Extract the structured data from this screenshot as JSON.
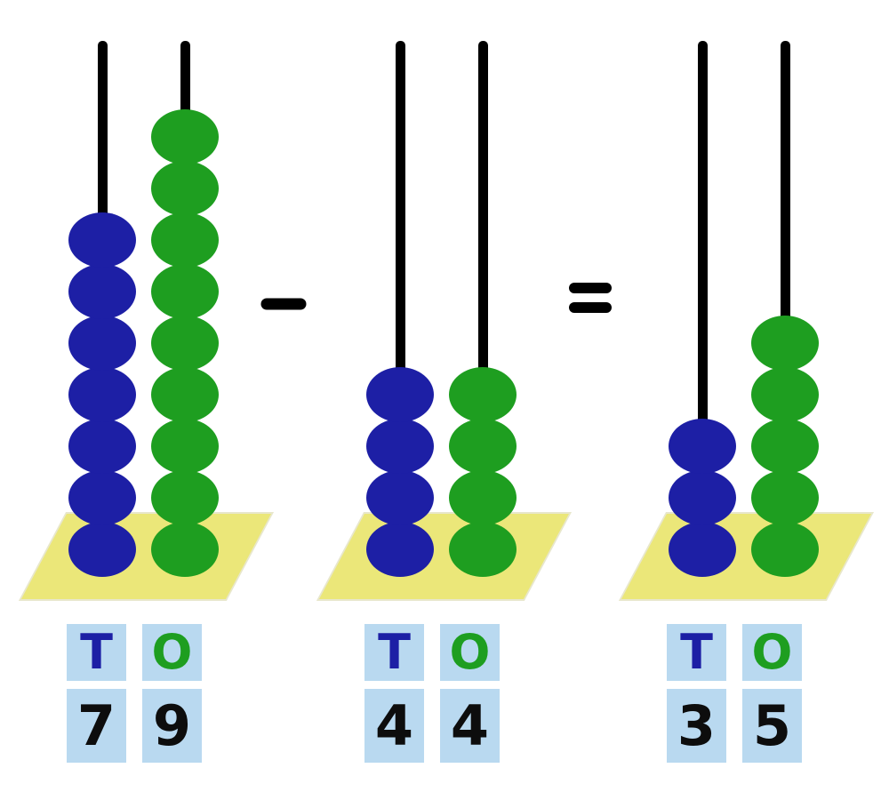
{
  "colors": {
    "bead_blue": "#1d1fa5",
    "bead_green": "#1e9e20",
    "base_yellow": "#ebe779",
    "cell_blue": "#b9d9f0",
    "rod_black": "#000000",
    "digit_black": "#0d0d0d"
  },
  "operators": {
    "minus": "−",
    "equals": "="
  },
  "abacuses": [
    {
      "id": "minuend",
      "tens_beads": 7,
      "ones_beads": 9,
      "tens_label": "T",
      "ones_label": "O",
      "tens_digit": "7",
      "ones_digit": "9"
    },
    {
      "id": "subtrahend",
      "tens_beads": 4,
      "ones_beads": 4,
      "tens_label": "T",
      "ones_label": "O",
      "tens_digit": "4",
      "ones_digit": "4"
    },
    {
      "id": "difference",
      "tens_beads": 3,
      "ones_beads": 5,
      "tens_label": "T",
      "ones_label": "O",
      "tens_digit": "3",
      "ones_digit": "5"
    }
  ]
}
